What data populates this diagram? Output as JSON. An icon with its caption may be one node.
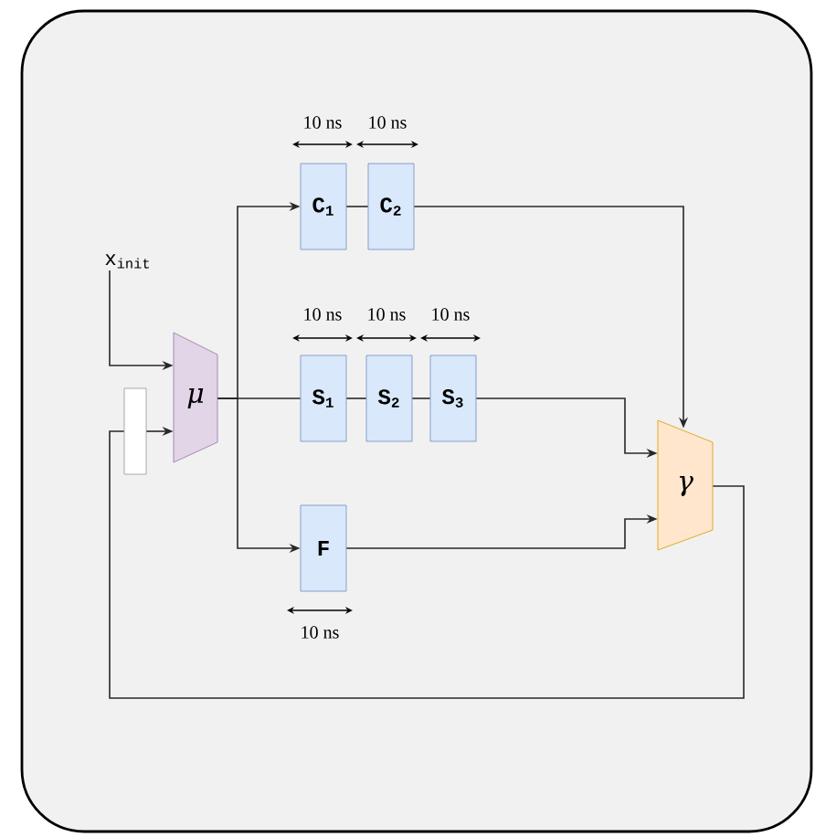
{
  "diagram": {
    "nodes": [
      {
        "text": [
          "x$_{init}$"
        ]
      },
      {
        "text": [],
        "shape": "box"
      },
      {
        "text": [
          "μ"
        ]
      },
      {
        "text": [
          "C$_{1}$"
        ]
      },
      {
        "text": [
          "C$_{2}$"
        ]
      },
      {
        "text": [
          "S$_{1}$"
        ]
      },
      {
        "text": [
          "S$_{2}$"
        ]
      },
      {
        "text": [
          "S$_{3}$"
        ]
      },
      {
        "text": [
          "F"
        ]
      },
      {
        "text": [
          "γ"
        ]
      }
    ],
    "edges": [
      {
        "from": 0,
        "to": 2,
        "arrow": "to"
      },
      {
        "from": 1,
        "to": 2,
        "arrow": "to"
      },
      {
        "from": 2,
        "to": 3,
        "arrow": "to"
      },
      {
        "from": 2,
        "to": 5,
        "arrow": "none"
      },
      {
        "from": 2,
        "to": 8,
        "arrow": "to"
      },
      {
        "from": 3,
        "to": 4,
        "arrow": "none"
      },
      {
        "from": 5,
        "to": 6,
        "arrow": "none"
      },
      {
        "from": 6,
        "to": 7,
        "arrow": "none"
      },
      {
        "from": 4,
        "to": 9,
        "arrow": "to"
      },
      {
        "from": 7,
        "to": 9,
        "arrow": "to"
      },
      {
        "from": 8,
        "to": 9,
        "arrow": "to"
      },
      {
        "from": 9,
        "to": 1,
        "arrow": "none"
      }
    ],
    "labels": [
      "10 ns",
      "10 ns",
      "10 ns",
      "10 ns",
      "10 ns",
      "10 ns"
    ]
  }
}
